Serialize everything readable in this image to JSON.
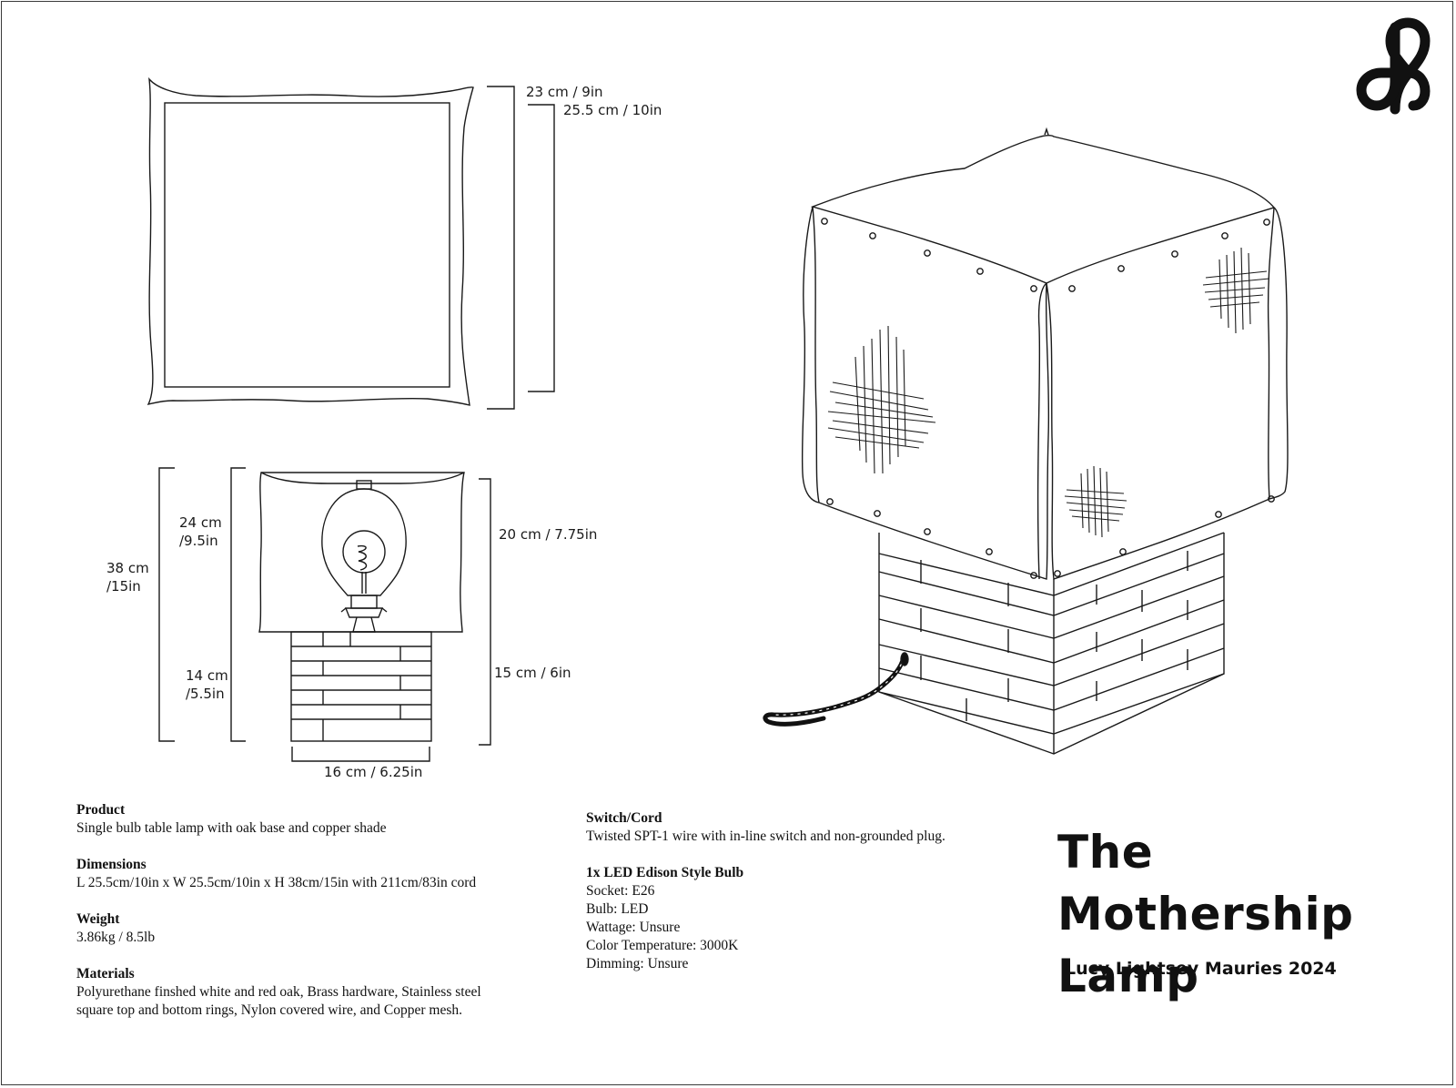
{
  "dimensions": {
    "top_a": "23 cm / 9in",
    "top_b": "25.5 cm / 10in",
    "shade_h_1": "24 cm",
    "shade_h_2": "/9.5in",
    "total_h_1": "38 cm",
    "total_h_2": "/15in",
    "base_h_1": "14 cm",
    "base_h_2": "/5.5in",
    "right_upper": "20 cm / 7.75in",
    "right_lower": "15 cm / 6in",
    "base_w": "16 cm / 6.25in"
  },
  "specs": {
    "product": {
      "heading": "Product",
      "lines": [
        "Single bulb table lamp with oak base and copper shade"
      ]
    },
    "dimensions": {
      "heading": "Dimensions",
      "lines": [
        "L 25.5cm/10in x W 25.5cm/10in x H 38cm/15in with 211cm/83in cord"
      ]
    },
    "weight": {
      "heading": "Weight",
      "lines": [
        "3.86kg / 8.5lb"
      ]
    },
    "materials": {
      "heading": "Materials",
      "lines": [
        "Polyurethane finshed white and red oak, Brass hardware, Stainless steel",
        "square top and bottom rings, Nylon covered wire, and Copper mesh."
      ]
    },
    "switch": {
      "heading": "Switch/Cord",
      "lines": [
        "Twisted SPT-1 wire with in-line switch and non-grounded plug."
      ]
    },
    "bulb": {
      "heading": "1x LED Edison Style Bulb",
      "lines": [
        "Socket: E26",
        "Bulb: LED",
        "Wattage: Unsure",
        "Color Temperature: 3000K",
        "Dimming: Unsure"
      ]
    }
  },
  "title": {
    "line1": "The Mothership",
    "line2": "Lamp"
  },
  "author": "Lucy Lightsey Mauries 2024",
  "logo": {
    "icon": "double-loop-monogram-icon"
  }
}
